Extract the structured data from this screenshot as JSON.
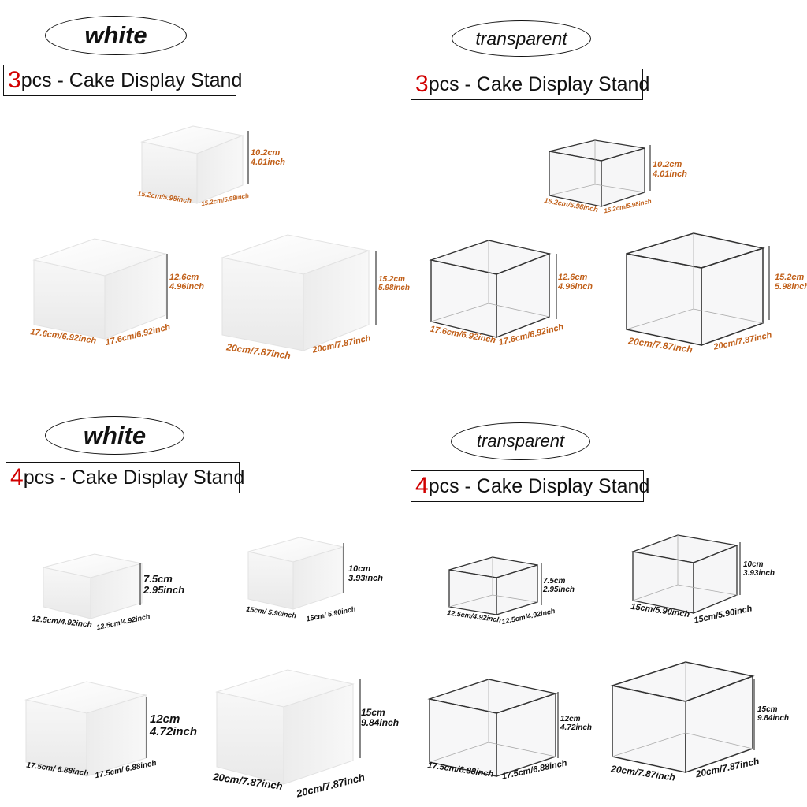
{
  "sections": {
    "top_left": {
      "variant": "white",
      "count": "3",
      "label": "pcs - Cake Display Stand"
    },
    "top_right": {
      "variant": "transparent",
      "count": "3",
      "label": "pcs - Cake Display Stand"
    },
    "bottom_left": {
      "variant": "white",
      "count": "4",
      "label": "pcs - Cake Display Stand"
    },
    "bottom_right": {
      "variant": "transparent",
      "count": "4",
      "label": "pcs - Cake Display Stand"
    }
  },
  "dims": {
    "s3_small": {
      "h1": "10.2cm",
      "h2": "4.01inch",
      "w": "15.2cm/5.98inch",
      "d": "15.2cm/5.98inch"
    },
    "s3_mid": {
      "h1": "12.6cm",
      "h2": "4.96inch",
      "w": "17.6cm/6.92inch",
      "d": "17.6cm/6.92inch"
    },
    "s3_large": {
      "h1": "15.2cm",
      "h2": "5.98inch",
      "w": "20cm/7.87inch",
      "d": "20cm/7.87inch"
    },
    "wb4_a": {
      "h1": "7.5cm",
      "h2": "2.95inch",
      "w": "12.5cm/4.92inch",
      "d": "12.5cm/4.92inch"
    },
    "wb4_b": {
      "h1": "10cm",
      "h2": "3.93inch",
      "w": "15cm/ 5.90inch",
      "d": "15cm/ 5.90inch"
    },
    "wb4_c": {
      "h1": "12cm",
      "h2": "4.72inch",
      "w": "17.5cm/ 6.88inch",
      "d": "17.5cm/ 6.88inch"
    },
    "wb4_d": {
      "h1": "15cm",
      "h2": "9.84inch",
      "w": "20cm/7.87inch",
      "d": "20cm/7.87inch"
    },
    "tb4_a": {
      "h1": "7.5cm",
      "h2": "2.95inch",
      "w": "12.5cm/4.92inch",
      "d": "12.5cm/4.92inch"
    },
    "tb4_b": {
      "h1": "10cm",
      "h2": "3.93inch",
      "w": "15cm/5.90inch",
      "d": "15cm/5.90inch"
    },
    "tb4_c": {
      "h1": "12cm",
      "h2": "4.72inch",
      "w": "17.5cm/6.88inch",
      "d": "17.5cm/6.88inch"
    },
    "tb4_d": {
      "h1": "15cm",
      "h2": "9.84inch",
      "w": "20cm/7.87inch",
      "d": "20cm/7.87inch"
    }
  },
  "colors": {
    "highlight_number": "#d10000",
    "dimension_orange": "#c1601a",
    "dimension_black": "#111111",
    "outline": "#111111"
  }
}
